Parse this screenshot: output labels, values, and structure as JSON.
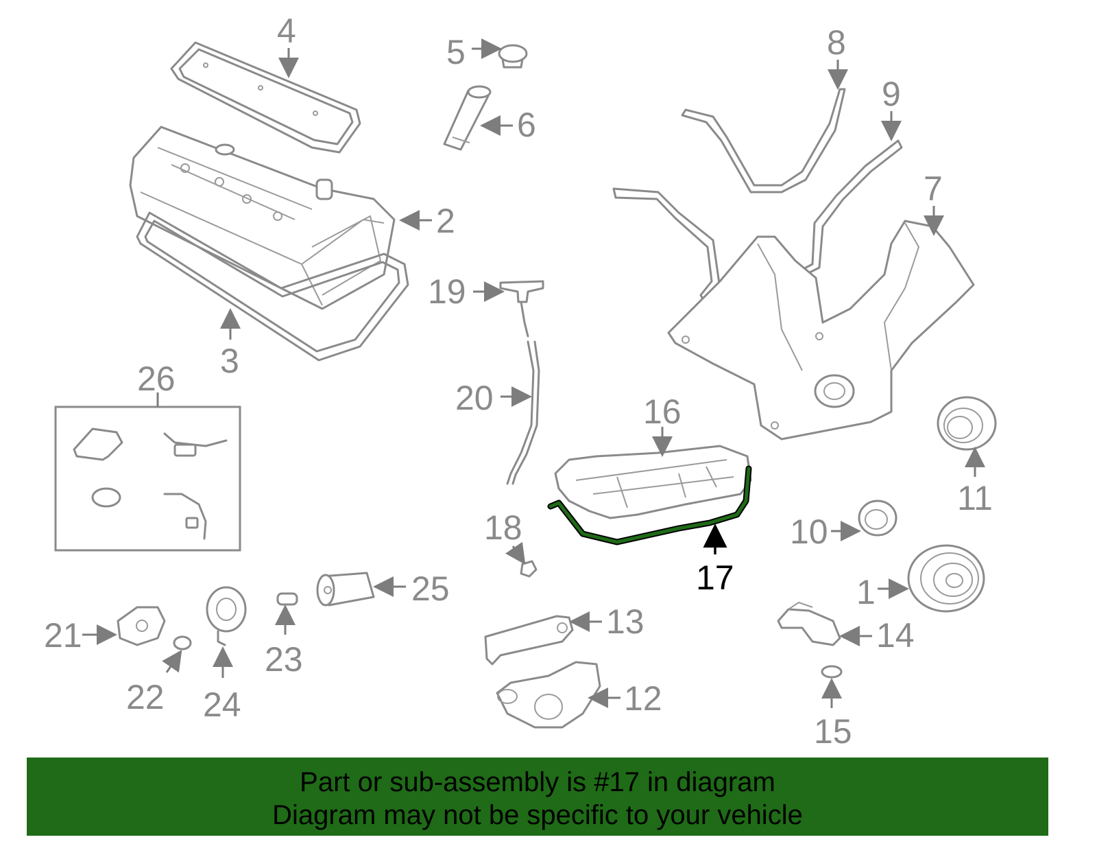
{
  "diagram": {
    "highlighted_part": "17",
    "highlight_color": "#1f6b17",
    "callouts": [
      "1",
      "2",
      "3",
      "4",
      "5",
      "6",
      "7",
      "8",
      "9",
      "10",
      "11",
      "12",
      "13",
      "14",
      "15",
      "16",
      "17",
      "18",
      "19",
      "20",
      "21",
      "22",
      "23",
      "24",
      "25",
      "26"
    ]
  },
  "banner": {
    "line1": "Part or sub-assembly is #17 in diagram",
    "line2": "Diagram may not be specific to your vehicle",
    "background": "#1f6b17"
  }
}
